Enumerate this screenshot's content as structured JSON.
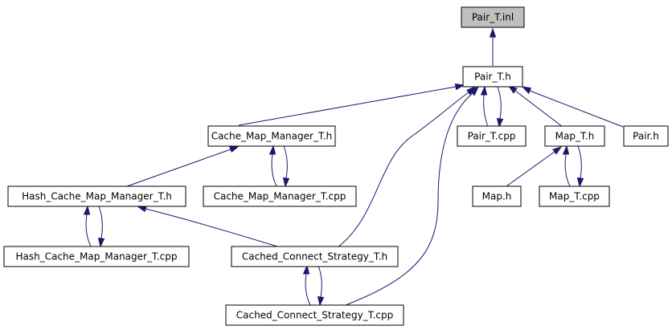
{
  "diagram": {
    "colors": {
      "edge": "#191970",
      "root_fill": "#bfbfbf",
      "node_fill": "#ffffff",
      "border": "#000000"
    },
    "nodes": {
      "pair_t_inl": "Pair_T.inl",
      "pair_t_h": "Pair_T.h",
      "cache_map_manager_t_h": "Cache_Map_Manager_T.h",
      "pair_t_cpp": "Pair_T.cpp",
      "map_t_h": "Map_T.h",
      "pair_h": "Pair.h",
      "hash_cache_map_manager_t_h": "Hash_Cache_Map_Manager_T.h",
      "cache_map_manager_t_cpp": "Cache_Map_Manager_T.cpp",
      "map_h": "Map.h",
      "map_t_cpp": "Map_T.cpp",
      "hash_cache_map_manager_t_cpp": "Hash_Cache_Map_Manager_T.cpp",
      "cached_connect_strategy_t_h": "Cached_Connect_Strategy_T.h",
      "cached_connect_strategy_t_cpp": "Cached_Connect_Strategy_T.cpp"
    },
    "edges": [
      {
        "from": "pair_t_h",
        "to": "pair_t_inl"
      },
      {
        "from": "cache_map_manager_t_h",
        "to": "pair_t_h"
      },
      {
        "from": "pair_t_cpp",
        "to": "pair_t_h"
      },
      {
        "from": "pair_t_h",
        "to": "pair_t_cpp"
      },
      {
        "from": "map_t_h",
        "to": "pair_t_h"
      },
      {
        "from": "pair_h",
        "to": "pair_t_h"
      },
      {
        "from": "cached_connect_strategy_t_h",
        "to": "pair_t_h"
      },
      {
        "from": "cached_connect_strategy_t_cpp",
        "to": "pair_t_h"
      },
      {
        "from": "hash_cache_map_manager_t_h",
        "to": "cache_map_manager_t_h"
      },
      {
        "from": "cache_map_manager_t_cpp",
        "to": "cache_map_manager_t_h"
      },
      {
        "from": "cache_map_manager_t_h",
        "to": "cache_map_manager_t_cpp"
      },
      {
        "from": "map_h",
        "to": "map_t_h"
      },
      {
        "from": "map_t_cpp",
        "to": "map_t_h"
      },
      {
        "from": "map_t_h",
        "to": "map_t_cpp"
      },
      {
        "from": "hash_cache_map_manager_t_cpp",
        "to": "hash_cache_map_manager_t_h"
      },
      {
        "from": "hash_cache_map_manager_t_h",
        "to": "hash_cache_map_manager_t_cpp"
      },
      {
        "from": "cached_connect_strategy_t_h",
        "to": "hash_cache_map_manager_t_h"
      },
      {
        "from": "cached_connect_strategy_t_cpp",
        "to": "cached_connect_strategy_t_h"
      },
      {
        "from": "cached_connect_strategy_t_h",
        "to": "cached_connect_strategy_t_cpp"
      }
    ]
  }
}
